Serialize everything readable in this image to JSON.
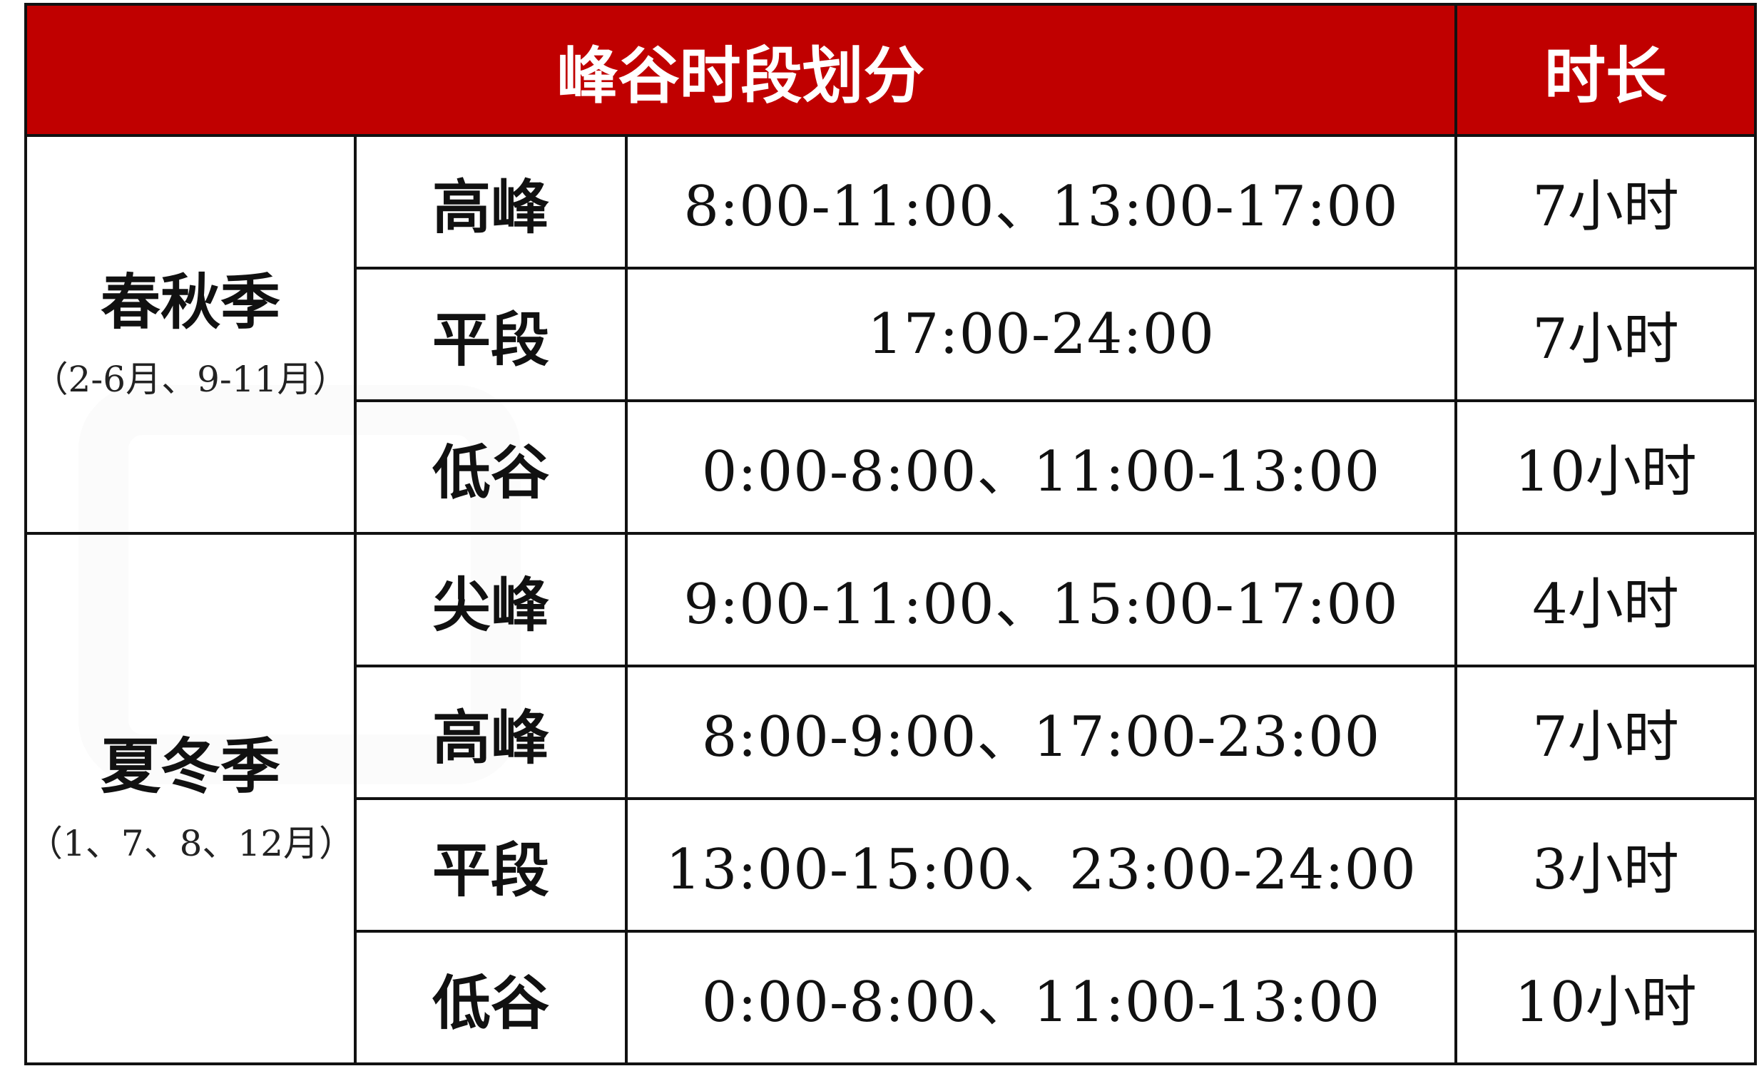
{
  "header": {
    "division": "峰谷时段划分",
    "duration": "时长"
  },
  "seasons": [
    {
      "name": "春秋季",
      "months": "（2-6月、9-11月）",
      "rows": [
        {
          "period": "高峰",
          "times": "8:00-11:00、13:00-17:00",
          "duration": "7小时"
        },
        {
          "period": "平段",
          "times": "17:00-24:00",
          "duration": "7小时"
        },
        {
          "period": "低谷",
          "times": "0:00-8:00、11:00-13:00",
          "duration": "10小时"
        }
      ]
    },
    {
      "name": "夏冬季",
      "months": "（1、7、8、12月）",
      "rows": [
        {
          "period": "尖峰",
          "times": "9:00-11:00、15:00-17:00",
          "duration": "4小时"
        },
        {
          "period": "高峰",
          "times": "8:00-9:00、17:00-23:00",
          "duration": "7小时"
        },
        {
          "period": "平段",
          "times": "13:00-15:00、23:00-24:00",
          "duration": "3小时"
        },
        {
          "period": "低谷",
          "times": "0:00-8:00、11:00-13:00",
          "duration": "10小时"
        }
      ]
    }
  ],
  "colors": {
    "header_bg": "#c00000",
    "header_text": "#ffffff",
    "border": "#111111"
  }
}
